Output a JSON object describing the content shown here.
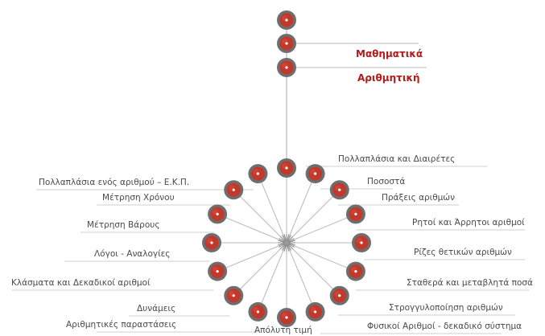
{
  "colors": {
    "node_ring": "#6e6e6e",
    "node_fill": "#c0392b",
    "node_hilite": "#d84a3c",
    "line": "#b8b8b8",
    "top_label": "#b31b1b",
    "label": "#4a4a4a"
  },
  "top": {
    "label_math": "Μαθηματικά",
    "label_arith": "Αριθμητική"
  },
  "wheel_items": [
    {
      "label": "Πολλαπλάσια και Διαιρέτες",
      "side": "right"
    },
    {
      "label": "Ποσοστά",
      "side": "right"
    },
    {
      "label": "Πράξεις αριθμών",
      "side": "right"
    },
    {
      "label": "Ρητοί και Άρρητοι αριθμοί",
      "side": "right"
    },
    {
      "label": "Ρίζες θετικών αριθμών",
      "side": "right"
    },
    {
      "label": "Σταθερά και μεταβλητά ποσά",
      "side": "right"
    },
    {
      "label": "Στρογγυλοποίηση αριθμών",
      "side": "right"
    },
    {
      "label": "Φυσικοί Αριθμοί - δεκαδικό σύστημα",
      "side": "right"
    },
    {
      "label": "Απόλυτη τιμή",
      "side": "bottom"
    },
    {
      "label": "Αριθμητικές παραστάσεις",
      "side": "left"
    },
    {
      "label": "Δυνάμεις",
      "side": "left"
    },
    {
      "label": "Κλάσματα και Δεκαδικοί αριθμοί",
      "side": "left"
    },
    {
      "label": "Λόγοι - Αναλογίες",
      "side": "left"
    },
    {
      "label": "Μέτρηση Βάρους",
      "side": "left"
    },
    {
      "label": "Μέτρηση Χρόνου",
      "side": "left"
    },
    {
      "label": "Πολλαπλάσια ενός αριθμού – Ε.Κ.Π.",
      "side": "left"
    }
  ]
}
